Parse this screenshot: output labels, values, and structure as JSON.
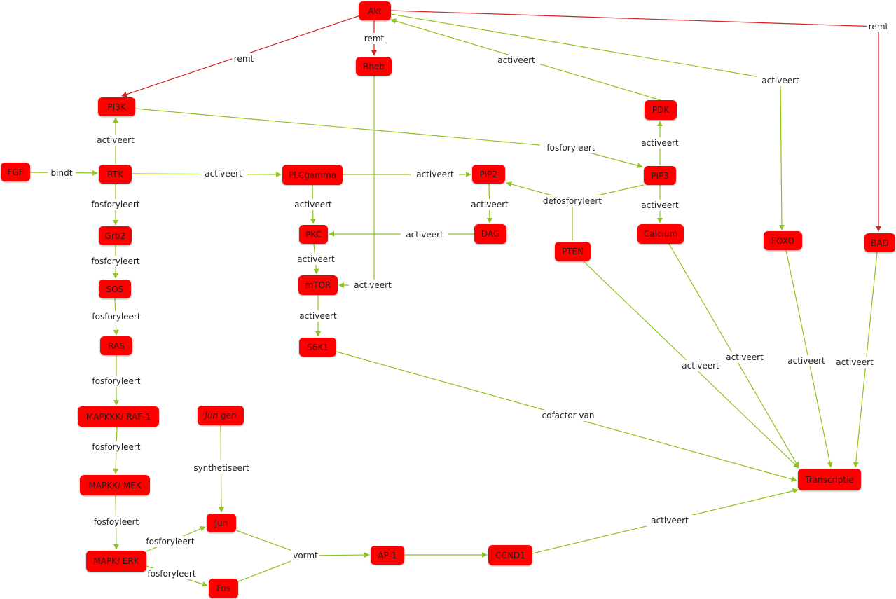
{
  "colors": {
    "node": "#ff0000",
    "activate_edge": "#8fc31f",
    "inhibit_edge": "#d42020"
  },
  "nodes": [
    {
      "id": "Akt",
      "label": "Akt"
    },
    {
      "id": "Rheb",
      "label": "Rheb"
    },
    {
      "id": "PI3K",
      "label": "PI3K"
    },
    {
      "id": "PDK",
      "label": "PDK"
    },
    {
      "id": "FGF",
      "label": "FGF"
    },
    {
      "id": "RTK",
      "label": "RTK"
    },
    {
      "id": "PLCgamma",
      "label": "PLCgamma"
    },
    {
      "id": "PIP2",
      "label": "PIP2"
    },
    {
      "id": "PIP3",
      "label": "PIP3"
    },
    {
      "id": "Grb2",
      "label": "Grb2"
    },
    {
      "id": "PKC",
      "label": "PKC"
    },
    {
      "id": "DAG",
      "label": "DAG"
    },
    {
      "id": "Calcium",
      "label": "Calcium"
    },
    {
      "id": "PTEN",
      "label": "PTEN"
    },
    {
      "id": "FOXO",
      "label": "FOXO"
    },
    {
      "id": "BAD",
      "label": "BAD"
    },
    {
      "id": "SOS",
      "label": "SOS"
    },
    {
      "id": "mTOR",
      "label": "mTOR"
    },
    {
      "id": "RAS",
      "label": "RAS"
    },
    {
      "id": "S6K1",
      "label": "S6K1"
    },
    {
      "id": "MAPKKK",
      "label": "MAPKKK/ RAF-1"
    },
    {
      "id": "JunGen",
      "label": "Jun gen"
    },
    {
      "id": "MAPKK",
      "label": "MAPKK/ MEK"
    },
    {
      "id": "Jun",
      "label": "Jun"
    },
    {
      "id": "MAPK",
      "label": "MAPK/ ERK"
    },
    {
      "id": "AP1",
      "label": "AP-1"
    },
    {
      "id": "CCND1",
      "label": "CCND1"
    },
    {
      "id": "Fos",
      "label": "Fos"
    },
    {
      "id": "Transcriptie",
      "label": "Transcriptie"
    }
  ],
  "edges": [
    {
      "from": "Akt",
      "to": "PI3K",
      "label": "remt",
      "type": "inhibit"
    },
    {
      "from": "Akt",
      "to": "Rheb",
      "label": "remt",
      "type": "inhibit"
    },
    {
      "from": "Akt",
      "to": "BAD",
      "label": "remt",
      "type": "inhibit"
    },
    {
      "from": "Akt",
      "to": "FOXO",
      "label": "activeert",
      "type": "activate"
    },
    {
      "from": "PDK",
      "to": "Akt",
      "label": "activeert",
      "type": "activate"
    },
    {
      "from": "FGF",
      "to": "RTK",
      "label": "bindt",
      "type": "activate"
    },
    {
      "from": "RTK",
      "to": "PI3K",
      "label": "activeert",
      "type": "activate"
    },
    {
      "from": "RTK",
      "to": "PLCgamma",
      "label": "activeert",
      "type": "activate"
    },
    {
      "from": "RTK",
      "to": "Grb2",
      "label": "fosforyleert",
      "type": "activate"
    },
    {
      "from": "PI3K",
      "to": "PIP3",
      "label": "fosforyleert",
      "type": "activate"
    },
    {
      "from": "PLCgamma",
      "to": "PIP2",
      "label": "activeert",
      "type": "activate"
    },
    {
      "from": "PLCgamma",
      "to": "PKC",
      "label": "activeert",
      "type": "activate"
    },
    {
      "from": "PIP2",
      "to": "DAG",
      "label": "activeert",
      "type": "activate"
    },
    {
      "from": "PIP3",
      "to": "PDK",
      "label": "activeert",
      "type": "activate"
    },
    {
      "from": "PIP3",
      "to": "Calcium",
      "label": "activeert",
      "type": "activate"
    },
    {
      "from": "PTEN",
      "to": "PIP2",
      "label": "defosforyleert",
      "type": "activate"
    },
    {
      "from": "DAG",
      "to": "PKC",
      "label": "activeert",
      "type": "activate"
    },
    {
      "from": "PKC",
      "to": "mTOR",
      "label": "activeert",
      "type": "activate"
    },
    {
      "from": "Rheb",
      "to": "mTOR",
      "label": "activeert",
      "type": "activate"
    },
    {
      "from": "mTOR",
      "to": "S6K1",
      "label": "activeert",
      "type": "activate"
    },
    {
      "from": "Grb2",
      "to": "SOS",
      "label": "fosforyleert",
      "type": "activate"
    },
    {
      "from": "SOS",
      "to": "RAS",
      "label": "fosforyleert",
      "type": "activate"
    },
    {
      "from": "RAS",
      "to": "MAPKKK",
      "label": "fosforyleert",
      "type": "activate"
    },
    {
      "from": "MAPKKK",
      "to": "MAPKK",
      "label": "fosforyleert",
      "type": "activate"
    },
    {
      "from": "MAPKK",
      "to": "MAPK",
      "label": "fosfoyleert",
      "type": "activate"
    },
    {
      "from": "MAPK",
      "to": "Jun",
      "label": "fosforyleert",
      "type": "activate"
    },
    {
      "from": "MAPK",
      "to": "Fos",
      "label": "fosforyleert",
      "type": "activate"
    },
    {
      "from": "JunGen",
      "to": "Jun",
      "label": "synthetiseert",
      "type": "activate"
    },
    {
      "from": "Jun",
      "to": "AP1",
      "label": "vormt",
      "type": "activate"
    },
    {
      "from": "Fos",
      "to": "AP1",
      "label": "",
      "type": "activate"
    },
    {
      "from": "AP1",
      "to": "CCND1",
      "label": "",
      "type": "activate"
    },
    {
      "from": "CCND1",
      "to": "Transcriptie",
      "label": "activeert",
      "type": "activate"
    },
    {
      "from": "S6K1",
      "to": "Transcriptie",
      "label": "cofactor van",
      "type": "activate"
    },
    {
      "from": "PTEN",
      "to": "Transcriptie",
      "label": "activeert",
      "type": "activate"
    },
    {
      "from": "Calcium",
      "to": "Transcriptie",
      "label": "activeert",
      "type": "activate"
    },
    {
      "from": "FOXO",
      "to": "Transcriptie",
      "label": "activeert",
      "type": "activate"
    },
    {
      "from": "BAD",
      "to": "Transcriptie",
      "label": "activeert",
      "type": "activate"
    }
  ]
}
